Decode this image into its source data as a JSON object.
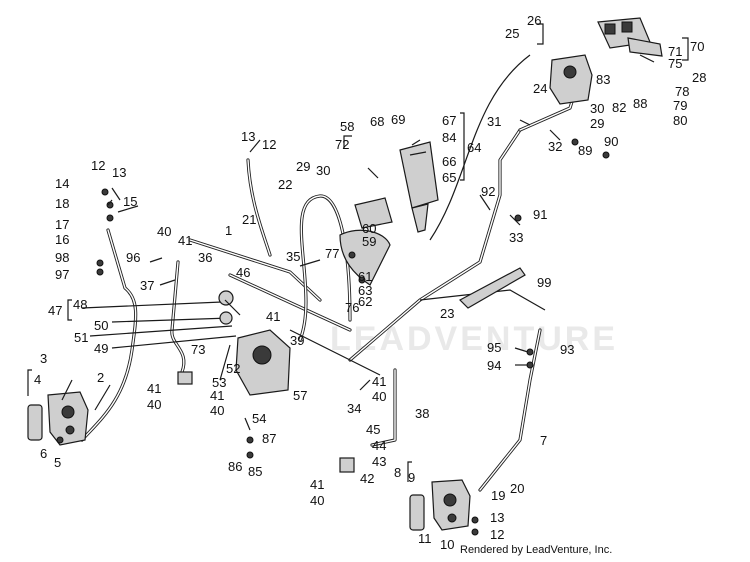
{
  "diagram": {
    "watermark": "LEADVENTURE",
    "credit": "Rendered by LeadVenture, Inc.",
    "callouts": [
      {
        "id": "n26",
        "text": "26"
      },
      {
        "id": "n25",
        "text": "25"
      },
      {
        "id": "n71",
        "text": "71"
      },
      {
        "id": "n70",
        "text": "70"
      },
      {
        "id": "n75",
        "text": "75"
      },
      {
        "id": "n83",
        "text": "83"
      },
      {
        "id": "n28",
        "text": "28"
      },
      {
        "id": "n78",
        "text": "78"
      },
      {
        "id": "n82",
        "text": "82"
      },
      {
        "id": "n88",
        "text": "88"
      },
      {
        "id": "n79",
        "text": "79"
      },
      {
        "id": "n80",
        "text": "80"
      },
      {
        "id": "n24",
        "text": "24"
      },
      {
        "id": "n30a",
        "text": "30"
      },
      {
        "id": "n31",
        "text": "31"
      },
      {
        "id": "n29a",
        "text": "29"
      },
      {
        "id": "n32",
        "text": "32"
      },
      {
        "id": "n89",
        "text": "89"
      },
      {
        "id": "n90",
        "text": "90"
      },
      {
        "id": "n58",
        "text": "58"
      },
      {
        "id": "n72",
        "text": "72"
      },
      {
        "id": "n68",
        "text": "68"
      },
      {
        "id": "n69",
        "text": "69"
      },
      {
        "id": "n67",
        "text": "67"
      },
      {
        "id": "n84",
        "text": "84"
      },
      {
        "id": "n64",
        "text": "64"
      },
      {
        "id": "n66",
        "text": "66"
      },
      {
        "id": "n65",
        "text": "65"
      },
      {
        "id": "n13a",
        "text": "13"
      },
      {
        "id": "n12a",
        "text": "12"
      },
      {
        "id": "n29b",
        "text": "29"
      },
      {
        "id": "n30b",
        "text": "30"
      },
      {
        "id": "n22",
        "text": "22"
      },
      {
        "id": "n12b",
        "text": "12"
      },
      {
        "id": "n13b",
        "text": "13"
      },
      {
        "id": "n14",
        "text": "14"
      },
      {
        "id": "n15",
        "text": "15"
      },
      {
        "id": "n18",
        "text": "18"
      },
      {
        "id": "n17",
        "text": "17"
      },
      {
        "id": "n16",
        "text": "16"
      },
      {
        "id": "n21",
        "text": "21"
      },
      {
        "id": "n60",
        "text": "60"
      },
      {
        "id": "n59",
        "text": "59"
      },
      {
        "id": "n92",
        "text": "92"
      },
      {
        "id": "n91",
        "text": "91"
      },
      {
        "id": "n33",
        "text": "33"
      },
      {
        "id": "n40a",
        "text": "40"
      },
      {
        "id": "n41a",
        "text": "41"
      },
      {
        "id": "n1",
        "text": "1"
      },
      {
        "id": "n35",
        "text": "35"
      },
      {
        "id": "n77",
        "text": "77"
      },
      {
        "id": "n61",
        "text": "61"
      },
      {
        "id": "n98",
        "text": "98"
      },
      {
        "id": "n96",
        "text": "96"
      },
      {
        "id": "n97",
        "text": "97"
      },
      {
        "id": "n36",
        "text": "36"
      },
      {
        "id": "n46",
        "text": "46"
      },
      {
        "id": "n37",
        "text": "37"
      },
      {
        "id": "n63",
        "text": "63"
      },
      {
        "id": "n76",
        "text": "76"
      },
      {
        "id": "n62",
        "text": "62"
      },
      {
        "id": "n99",
        "text": "99"
      },
      {
        "id": "n47",
        "text": "47"
      },
      {
        "id": "n48",
        "text": "48"
      },
      {
        "id": "n23",
        "text": "23"
      },
      {
        "id": "n41b",
        "text": "41"
      },
      {
        "id": "n50",
        "text": "50"
      },
      {
        "id": "n51",
        "text": "51"
      },
      {
        "id": "n49",
        "text": "49"
      },
      {
        "id": "n39",
        "text": "39"
      },
      {
        "id": "n73",
        "text": "73"
      },
      {
        "id": "n52",
        "text": "52"
      },
      {
        "id": "n95",
        "text": "95"
      },
      {
        "id": "n93",
        "text": "93"
      },
      {
        "id": "n94",
        "text": "94"
      },
      {
        "id": "n3",
        "text": "3"
      },
      {
        "id": "n4",
        "text": "4"
      },
      {
        "id": "n2",
        "text": "2"
      },
      {
        "id": "n53",
        "text": "53"
      },
      {
        "id": "n41c",
        "text": "41"
      },
      {
        "id": "n40b",
        "text": "40"
      },
      {
        "id": "n57",
        "text": "57"
      },
      {
        "id": "n41d",
        "text": "41"
      },
      {
        "id": "n40c",
        "text": "40"
      },
      {
        "id": "n41e",
        "text": "41"
      },
      {
        "id": "n40d",
        "text": "40"
      },
      {
        "id": "n54",
        "text": "54"
      },
      {
        "id": "n87",
        "text": "87"
      },
      {
        "id": "n34",
        "text": "34"
      },
      {
        "id": "n38",
        "text": "38"
      },
      {
        "id": "n7",
        "text": "7"
      },
      {
        "id": "n45",
        "text": "45"
      },
      {
        "id": "n44",
        "text": "44"
      },
      {
        "id": "n43",
        "text": "43"
      },
      {
        "id": "n6",
        "text": "6"
      },
      {
        "id": "n5",
        "text": "5"
      },
      {
        "id": "n86",
        "text": "86"
      },
      {
        "id": "n85",
        "text": "85"
      },
      {
        "id": "n8",
        "text": "8"
      },
      {
        "id": "n9",
        "text": "9"
      },
      {
        "id": "n42",
        "text": "42"
      },
      {
        "id": "n19",
        "text": "19"
      },
      {
        "id": "n20",
        "text": "20"
      },
      {
        "id": "n41f",
        "text": "41"
      },
      {
        "id": "n40e",
        "text": "40"
      },
      {
        "id": "n13c",
        "text": "13"
      },
      {
        "id": "n12c",
        "text": "12"
      },
      {
        "id": "n11",
        "text": "11"
      },
      {
        "id": "n10",
        "text": "10"
      }
    ]
  }
}
